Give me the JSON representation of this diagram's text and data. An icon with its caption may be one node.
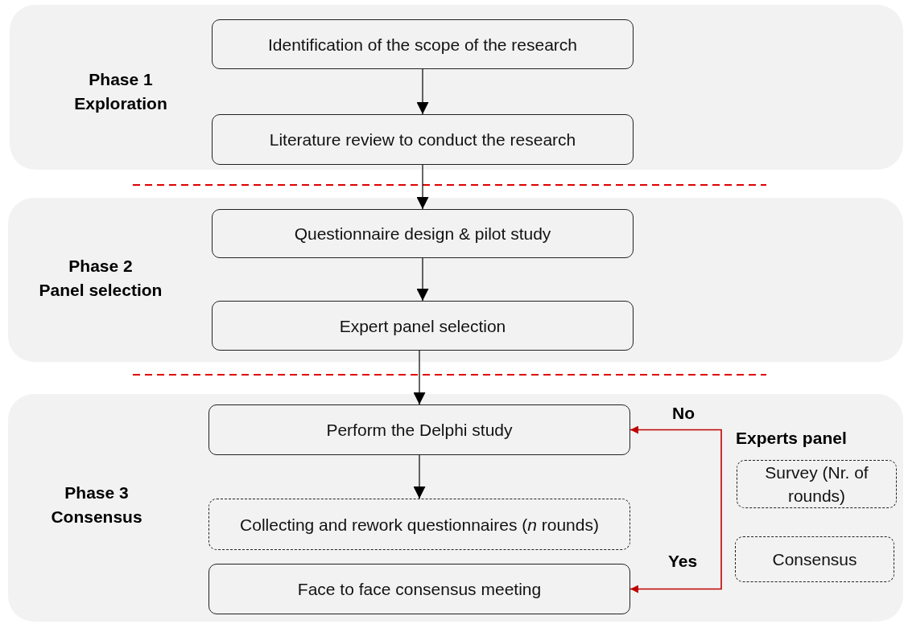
{
  "diagram": {
    "nodes": [
      {
        "text": [
          "Phase 1",
          "Exploration"
        ]
      },
      {
        "text": [
          "Identification of the scope of the research"
        ],
        "in": 0
      },
      {
        "text": [
          "Literature review to conduct the research"
        ],
        "in": 0
      },
      {
        "text": [
          "Phase 2",
          "Panel selection"
        ]
      },
      {
        "text": [
          "Questionnaire design & pilot study"
        ],
        "in": 3
      },
      {
        "text": [
          "Expert panel selection"
        ],
        "in": 3
      },
      {
        "text": [
          "Phase 3",
          "Consensus"
        ]
      },
      {
        "text": [
          "Perform the Delphi study"
        ],
        "in": 6
      },
      {
        "text": [
          "Collecting and rework questionnaires (*n* rounds)"
        ],
        "in": 6
      },
      {
        "text": [
          "Face to face consensus meeting"
        ],
        "in": 6
      },
      {
        "text": [
          "Survey (Nr. of rounds)"
        ],
        "in": 6
      },
      {
        "text": [
          "Consensus"
        ],
        "in": 6
      }
    ],
    "edges": [
      {
        "from": 1,
        "to": 2,
        "arrow": "to"
      },
      {
        "from": 2,
        "to": 4,
        "arrow": "to"
      },
      {
        "from": 4,
        "to": 5,
        "arrow": "to"
      },
      {
        "from": 5,
        "to": 7,
        "arrow": "to"
      },
      {
        "from": 7,
        "to": 8,
        "arrow": "to"
      },
      {
        "from": null,
        "to": 7,
        "arrow": "to",
        "label": "No",
        "color": "#c00000"
      },
      {
        "from": null,
        "to": 9,
        "arrow": "to",
        "label": "Yes",
        "color": "#c00000"
      }
    ],
    "labels": [
      "Experts panel"
    ]
  }
}
